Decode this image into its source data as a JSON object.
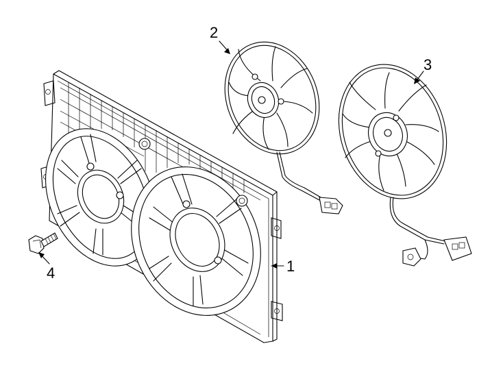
{
  "diagram": {
    "callouts": [
      {
        "id": "c1",
        "text": "1",
        "part": "fan-shroud"
      },
      {
        "id": "c2",
        "text": "2",
        "part": "small-fan-motor"
      },
      {
        "id": "c3",
        "text": "3",
        "part": "large-fan-motor"
      },
      {
        "id": "c4",
        "text": "4",
        "part": "bolt"
      }
    ]
  }
}
